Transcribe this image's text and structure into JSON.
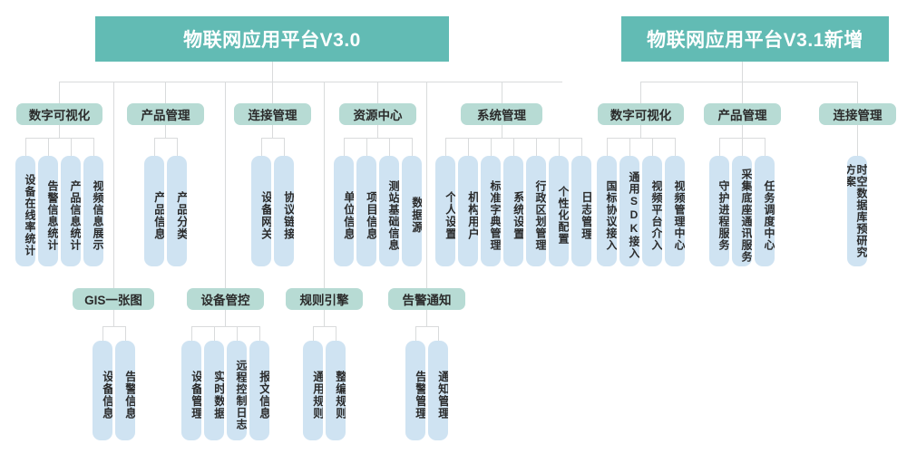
{
  "diagram": {
    "title_left": "物联网应用平台V3.0",
    "title_right": "物联网应用平台V3.1新增",
    "colors": {
      "banner": "#62bbb4",
      "category": "#b7dbd4",
      "leaf": "#cfe3f2",
      "connector": "#d9dbdc",
      "text": "#2b2b2b",
      "banner_text": "#ffffff"
    },
    "left_platform": {
      "upper_categories": [
        {
          "label": "数字可视化",
          "leaves": [
            "设备在线率统计",
            "告警信息统计",
            "产品信息统计",
            "视频信息展示"
          ]
        },
        {
          "label": "产品管理",
          "leaves": [
            "产品信息",
            "产品分类"
          ]
        },
        {
          "label": "连接管理",
          "leaves": [
            "设备网关",
            "协议链接"
          ]
        },
        {
          "label": "资源中心",
          "leaves": [
            "单位信息",
            "项目信息",
            "测站基础信息",
            "数据源"
          ]
        },
        {
          "label": "系统管理",
          "leaves": [
            "个人设置",
            "机构用户",
            "标准字典管理",
            "系统设置",
            "行政区划管理",
            "个性化配置",
            "日志管理"
          ]
        }
      ],
      "lower_categories": [
        {
          "label": "GIS一张图",
          "leaves": [
            "设备信息",
            "告警信息"
          ]
        },
        {
          "label": "设备管控",
          "leaves": [
            "设备管理",
            "实时数据",
            "远程控制日志",
            "报文信息"
          ]
        },
        {
          "label": "规则引擎",
          "leaves": [
            "通用规则",
            "整编规则"
          ]
        },
        {
          "label": "告警通知",
          "leaves": [
            "告警管理",
            "通知管理"
          ]
        }
      ]
    },
    "right_platform": {
      "upper_categories": [
        {
          "label": "数字可视化",
          "leaves": [
            "国标协议接入",
            "通用SDK接入",
            "视频平台介入",
            "视频管理中心"
          ]
        },
        {
          "label": "产品管理",
          "leaves": [
            "守护进程服务",
            "采集底座通讯服务",
            "任务调度中心"
          ]
        },
        {
          "label": "连接管理",
          "leaves": [
            "时空数据库预研究方案"
          ]
        }
      ]
    }
  }
}
